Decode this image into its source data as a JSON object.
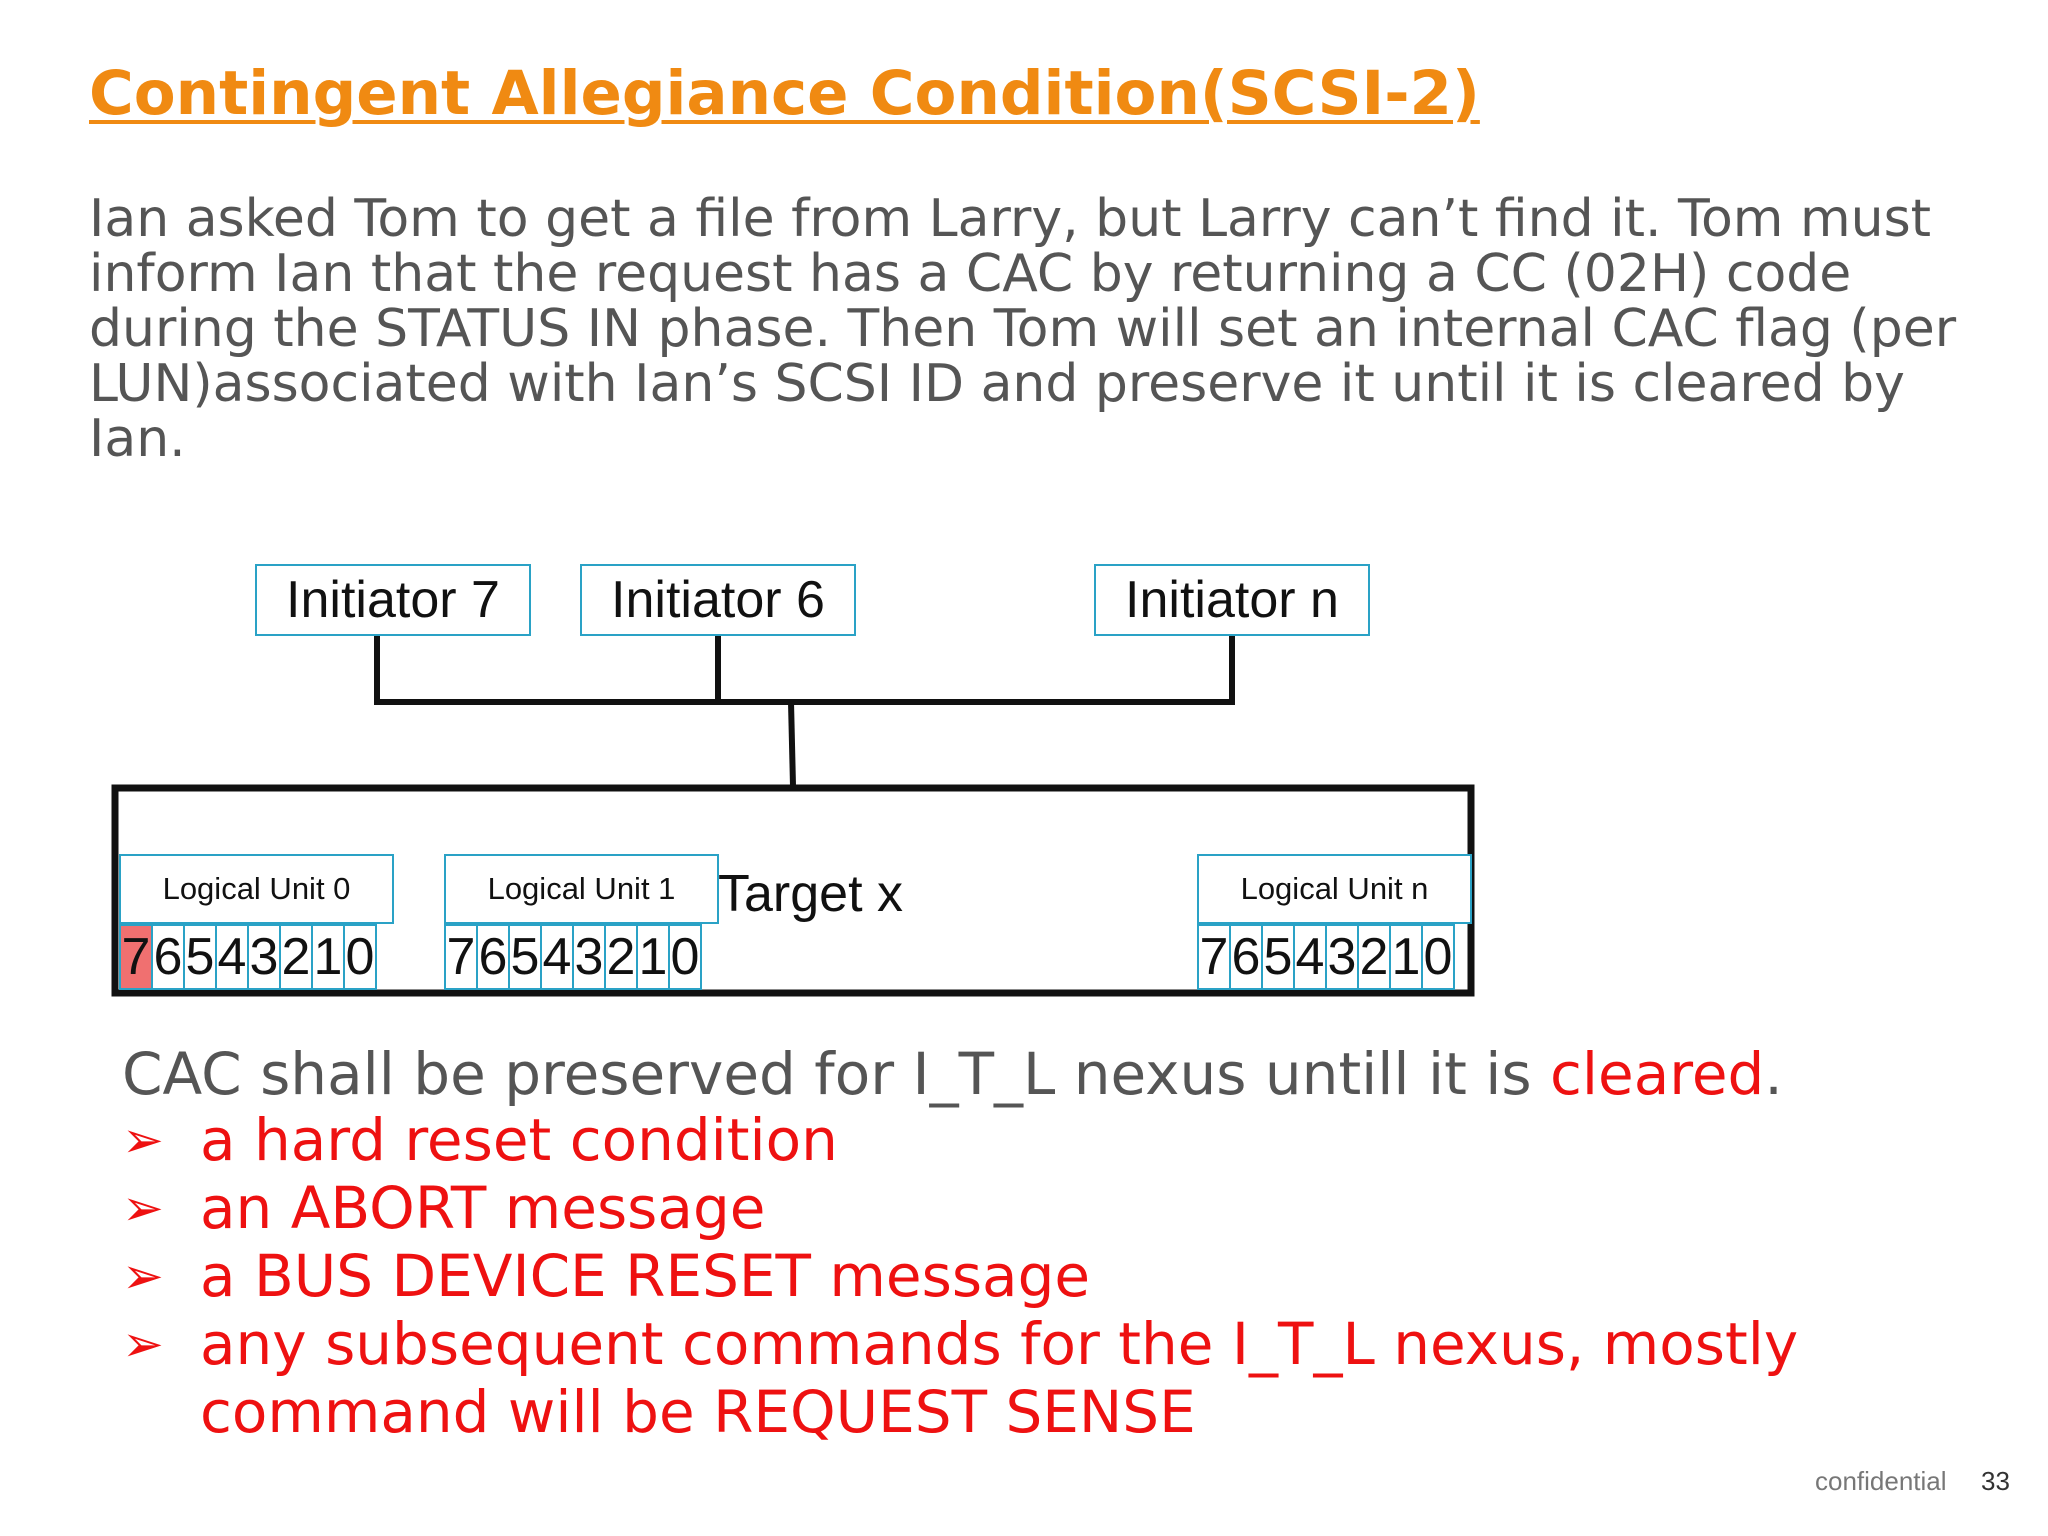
{
  "slide": {
    "title": "Contingent Allegiance Condition(SCSI-2)",
    "paragraph_lines": [
      "Ian asked Tom to get a file from Larry, but Larry can’t find it. Tom must",
      "inform Ian that the request has a CAC by returning a CC (02H) code",
      "during the STATUS IN phase. Then Tom will set an internal CAC flag (per",
      "LUN)associated with Ian’s SCSI ID and preserve it until it is cleared by",
      "Ian."
    ]
  },
  "diagram": {
    "initiators": [
      "Initiator 7",
      "Initiator 6",
      "Initiator n"
    ],
    "target_label": "Target x",
    "logical_units": [
      {
        "label": "Logical Unit 0",
        "bits": [
          "7",
          "6",
          "5",
          "4",
          "3",
          "2",
          "1",
          "0"
        ],
        "flagged_bit": "7"
      },
      {
        "label": "Logical Unit 1",
        "bits": [
          "7",
          "6",
          "5",
          "4",
          "3",
          "2",
          "1",
          "0"
        ],
        "flagged_bit": ""
      },
      {
        "label": "Logical Unit n",
        "bits": [
          "7",
          "6",
          "5",
          "4",
          "3",
          "2",
          "1",
          "0"
        ],
        "flagged_bit": ""
      }
    ],
    "colors": {
      "box_border": "#2aa2c6",
      "flag_fill": "#f07070",
      "title": "#f08a12",
      "red_text": "#ee1111"
    }
  },
  "cac_note": {
    "prefix": "CAC shall be preserved for I_T_L nexus untill it is ",
    "highlight": "cleared",
    "suffix": ".",
    "bullet_icon": "arrow-bullet-icon",
    "bullets": [
      "a hard reset condition",
      "an ABORT message",
      "a BUS DEVICE RESET message",
      "any subsequent commands for the I_T_L nexus, mostly"
    ],
    "bullet_continuation": "command will be REQUEST SENSE"
  },
  "footer": {
    "confidential": "confidential",
    "page_number": "33"
  }
}
